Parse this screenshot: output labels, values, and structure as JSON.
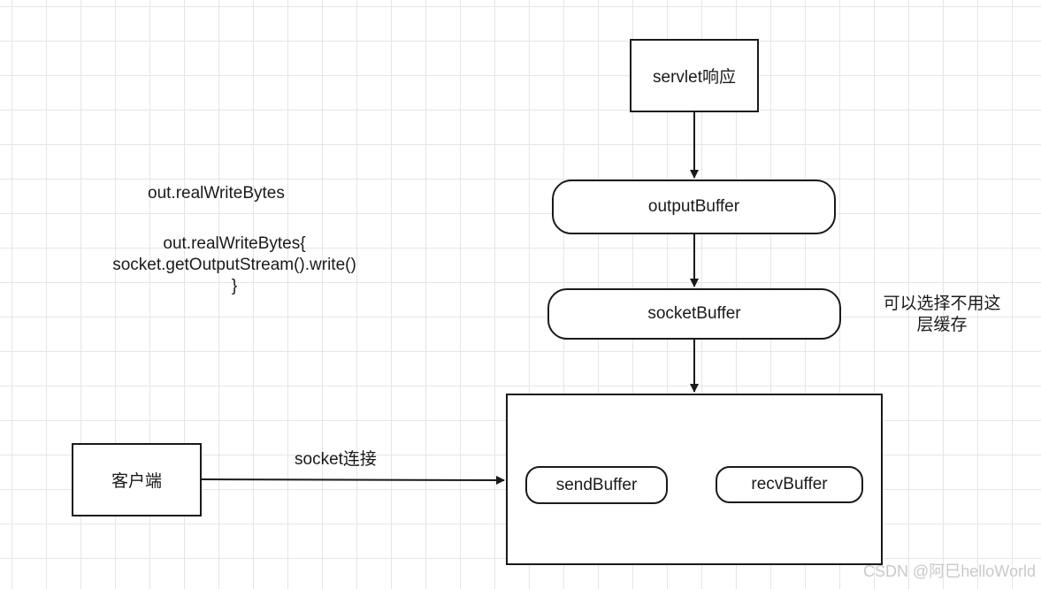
{
  "nodes": {
    "servlet": "servlet响应",
    "output_buffer": "outputBuffer",
    "socket_buffer": "socketBuffer",
    "send_buffer": "sendBuffer",
    "recv_buffer": "recvBuffer",
    "client": "客户端"
  },
  "labels": {
    "real_write_bytes": "out.realWriteBytes",
    "code_line1": "out.realWriteBytes{",
    "code_line2": "socket.getOutputStream().write()",
    "code_line3": "}",
    "optional_cache_line1": "可以选择不用这",
    "optional_cache_line2": "层缓存",
    "socket_connection": "socket连接"
  },
  "watermark": "CSDN @阿巳helloWorld",
  "colors": {
    "stroke": "#1a1a1a",
    "grid": "#e6e6e6",
    "watermark": "#c9c9c9"
  }
}
